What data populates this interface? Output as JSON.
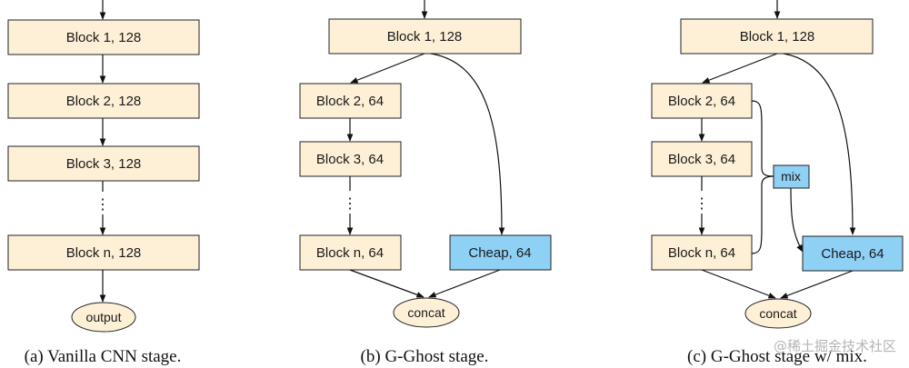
{
  "panel_a": {
    "blocks": [
      "Block 1, 128",
      "Block 2, 128",
      "Block 3, 128",
      "Block n, 128"
    ],
    "ellipsis": "⋮",
    "output": "output",
    "caption": "(a) Vanilla CNN stage."
  },
  "panel_b": {
    "blocks": [
      "Block 1, 128",
      "Block 2, 64",
      "Block 3, 64",
      "Block n, 64"
    ],
    "cheap": "Cheap, 64",
    "concat": "concat",
    "ellipsis": "⋮",
    "caption": "(b) G-Ghost stage."
  },
  "panel_c": {
    "blocks": [
      "Block 1, 128",
      "Block 2, 64",
      "Block 3, 64",
      "Block n, 64"
    ],
    "mix": "mix",
    "cheap": "Cheap, 64",
    "concat": "concat",
    "ellipsis": "⋮",
    "caption": "(c) G-Ghost stage w/ mix."
  },
  "watermark": "@稀土掘金技术社区",
  "colors": {
    "block_fill": "#fdf0d6",
    "cheap_fill": "#8fd0f5",
    "line": "#111111"
  }
}
